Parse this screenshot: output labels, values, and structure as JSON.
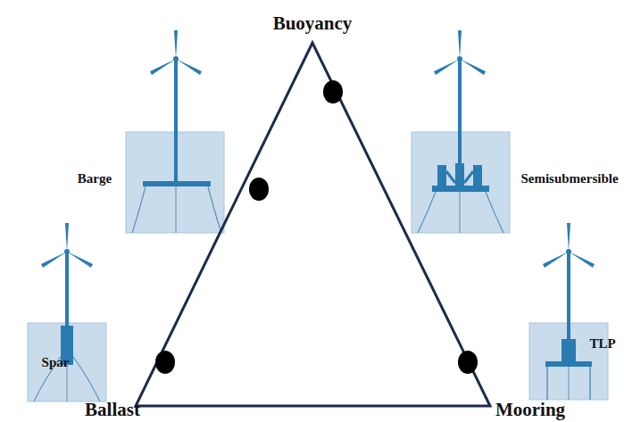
{
  "diagram": {
    "labels": [
      "Buoyancy",
      "Barge",
      "Semisubmersible",
      "Spar",
      "TLP",
      "Ballast",
      "Mooring"
    ]
  }
}
